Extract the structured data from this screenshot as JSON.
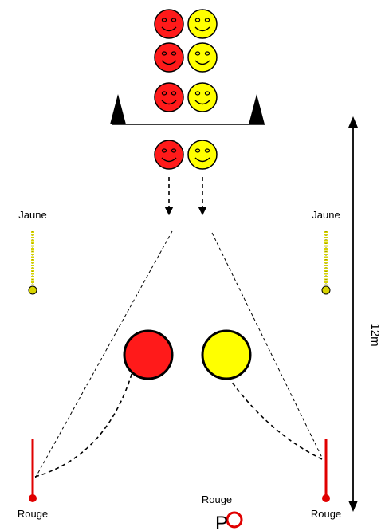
{
  "labels": {
    "jaune_left": "Jaune",
    "jaune_right": "Jaune",
    "rouge_left": "Rouge",
    "rouge_right": "Rouge",
    "rouge_center": "Rouge",
    "distance": "12m",
    "coach_letter": "P"
  },
  "colors": {
    "red": "#ff1a1a",
    "yellow": "#ffff00",
    "pole_red": "#e00000",
    "rope_yellow": "#d8d400",
    "line": "#000000"
  },
  "icons": {
    "player_red": "smiley-face-red",
    "player_yellow": "smiley-face-yellow",
    "cone": "triangle-cone",
    "target": "hoop-target",
    "coach": "whistle-icon"
  }
}
